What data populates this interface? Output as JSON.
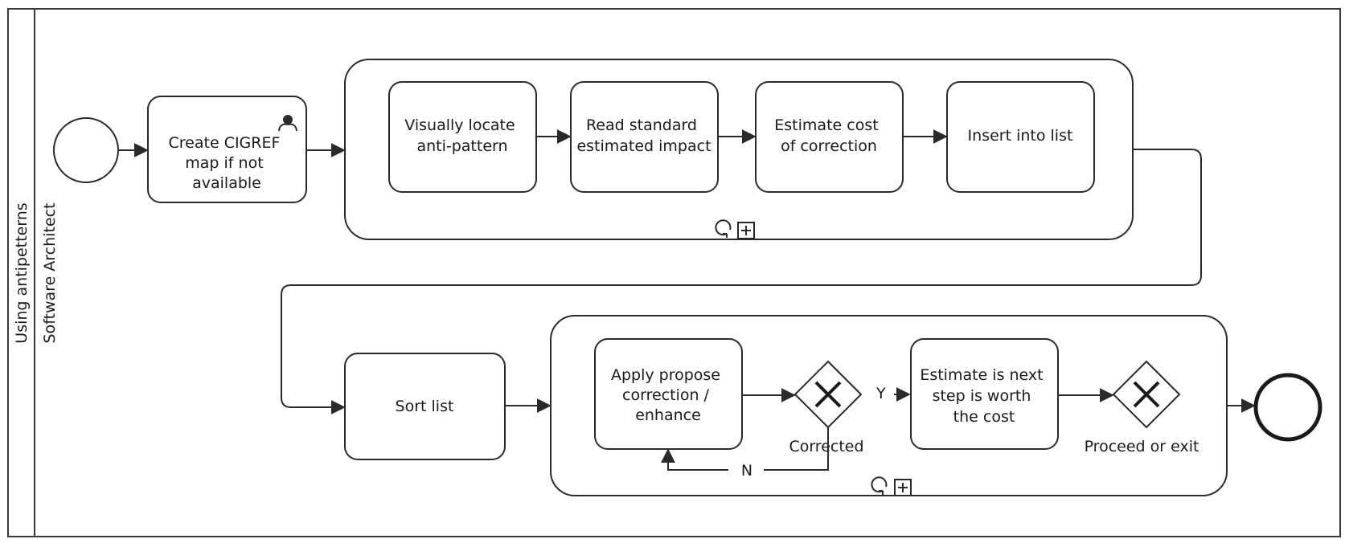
{
  "pool": {
    "label": "Using antipetterns"
  },
  "lane": {
    "label": "Software Architect"
  },
  "tasks": {
    "create_map": [
      "Create CIGREF",
      "map if not",
      "available"
    ],
    "locate": [
      "Visually locate",
      "anti-pattern"
    ],
    "read_impact": [
      "Read standard",
      "estimated impact"
    ],
    "estimate_cost": [
      "Estimate cost",
      "of correction"
    ],
    "insert": [
      "Insert into list"
    ],
    "sort": [
      "Sort list"
    ],
    "apply": [
      "Apply propose",
      "correction /",
      "enhance"
    ],
    "estimate_next": [
      "Estimate is next",
      "step is worth",
      "the cost"
    ]
  },
  "gateways": {
    "corrected": "Corrected",
    "proceed": "Proceed or exit",
    "yes_label": "Y",
    "no_label": "N"
  },
  "markers": {
    "loop_icon": "loop-icon",
    "collapse_icon": "plus-icon",
    "user_task_icon": "user-icon"
  }
}
